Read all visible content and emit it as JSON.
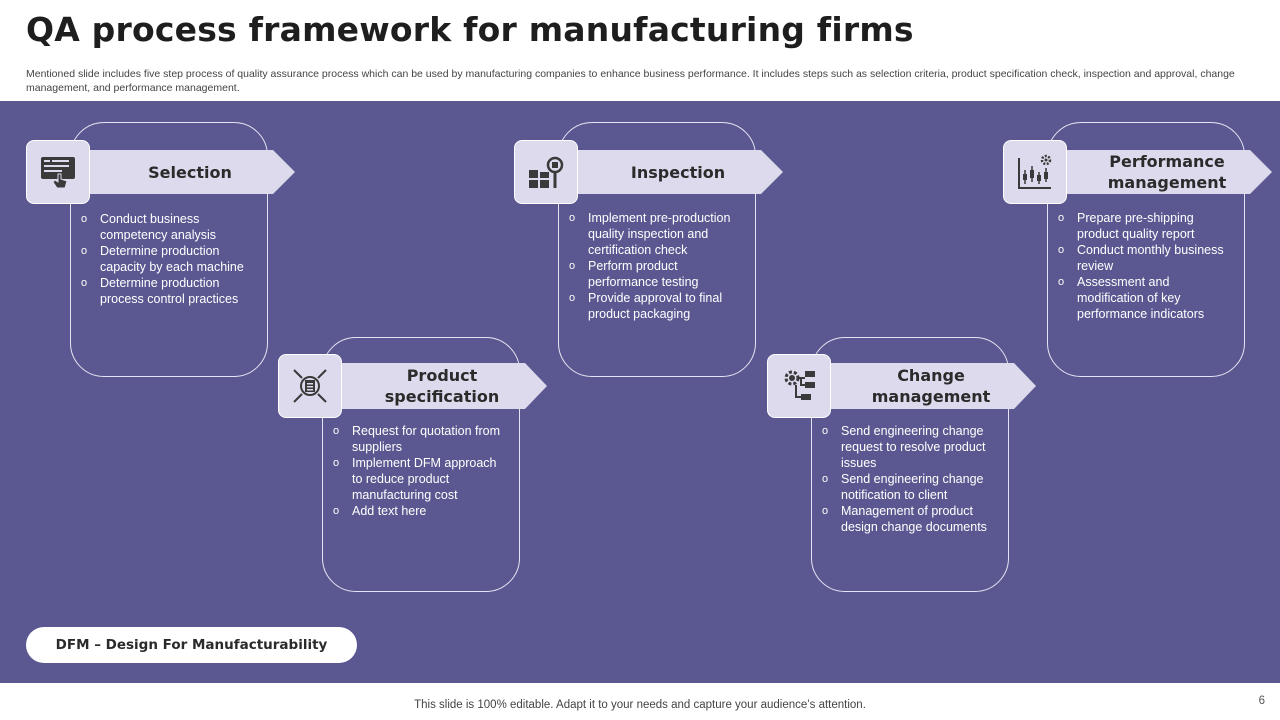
{
  "title": "QA process framework for manufacturing firms",
  "subtitle": "Mentioned slide includes five step process of quality assurance process which can be used by manufacturing companies to enhance business performance. It includes steps such as selection criteria, product specification check, inspection and approval, change management, and performance management.",
  "steps": [
    {
      "label": "Selection",
      "icon": "computer-hand-icon",
      "bullets": [
        "Conduct business competency analysis",
        "Determine production capacity by each machine",
        "Determine production process control practices"
      ]
    },
    {
      "label": "Product specification",
      "icon": "checklist-target-icon",
      "bullets": [
        "Request for quotation from suppliers",
        "Implement DFM approach to reduce product manufacturing cost",
        "Add text here"
      ]
    },
    {
      "label": "Inspection",
      "icon": "boxes-inspection-icon",
      "bullets": [
        "Implement pre-production quality inspection and certification check",
        "Perform product performance testing",
        "Provide approval to final product packaging"
      ]
    },
    {
      "label": "Change management",
      "icon": "gear-flowchart-icon",
      "bullets": [
        "Send engineering change request to resolve product issues",
        "Send engineering change notification to client",
        "Management of product design change documents"
      ]
    },
    {
      "label": "Performance management",
      "icon": "candlestick-chart-gear-icon",
      "bullets": [
        "Prepare pre-shipping product quality report",
        "Conduct monthly business review",
        "Assessment and modification of key performance indicators"
      ]
    }
  ],
  "note": "DFM – Design For Manufacturability",
  "footer": "This slide is 100% editable. Adapt it to your needs and capture your audience’s attention.",
  "page_number": "6",
  "colors": {
    "panel": "#5b5891",
    "label_fill": "#dcdaec",
    "text_dark": "#2b2b2b"
  }
}
